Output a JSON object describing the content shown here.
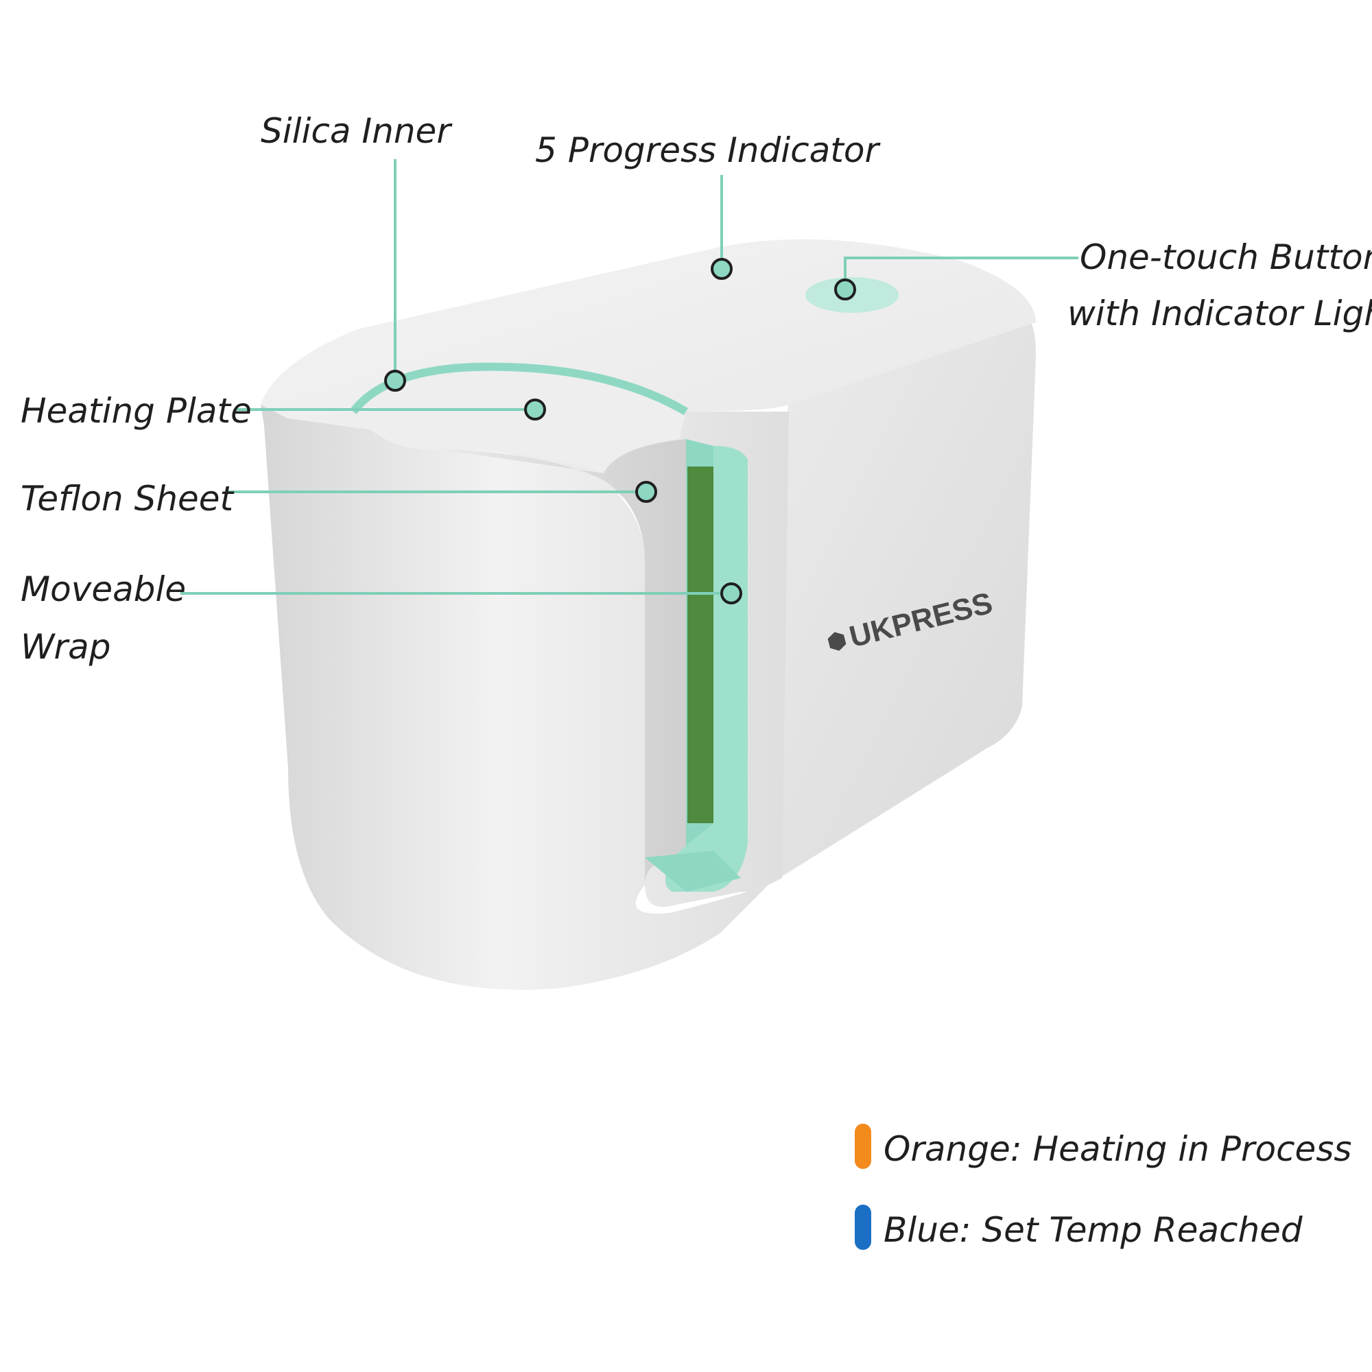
{
  "labels": {
    "silica_inner": "Silica Inner",
    "progress_indicator": "5 Progress Indicator",
    "one_touch_line1": "One-touch Button",
    "one_touch_line2": "with Indicator Light",
    "heating_plate": "Heating Plate",
    "teflon_sheet": "Teflon Sheet",
    "moveable_line1": "Moveable",
    "moveable_line2": "Wrap"
  },
  "brand": "UKPRESS",
  "legend": [
    {
      "text": "Orange: Heating in Process",
      "color": "#f28a1c"
    },
    {
      "text": "Blue: Set Temp Reached",
      "color": "#1a6fc4"
    }
  ],
  "colors": {
    "accent": "#8ed8c3",
    "leader": "#7fcfb8",
    "body": "#e6e6e6",
    "foam": "#4f8a3e"
  }
}
